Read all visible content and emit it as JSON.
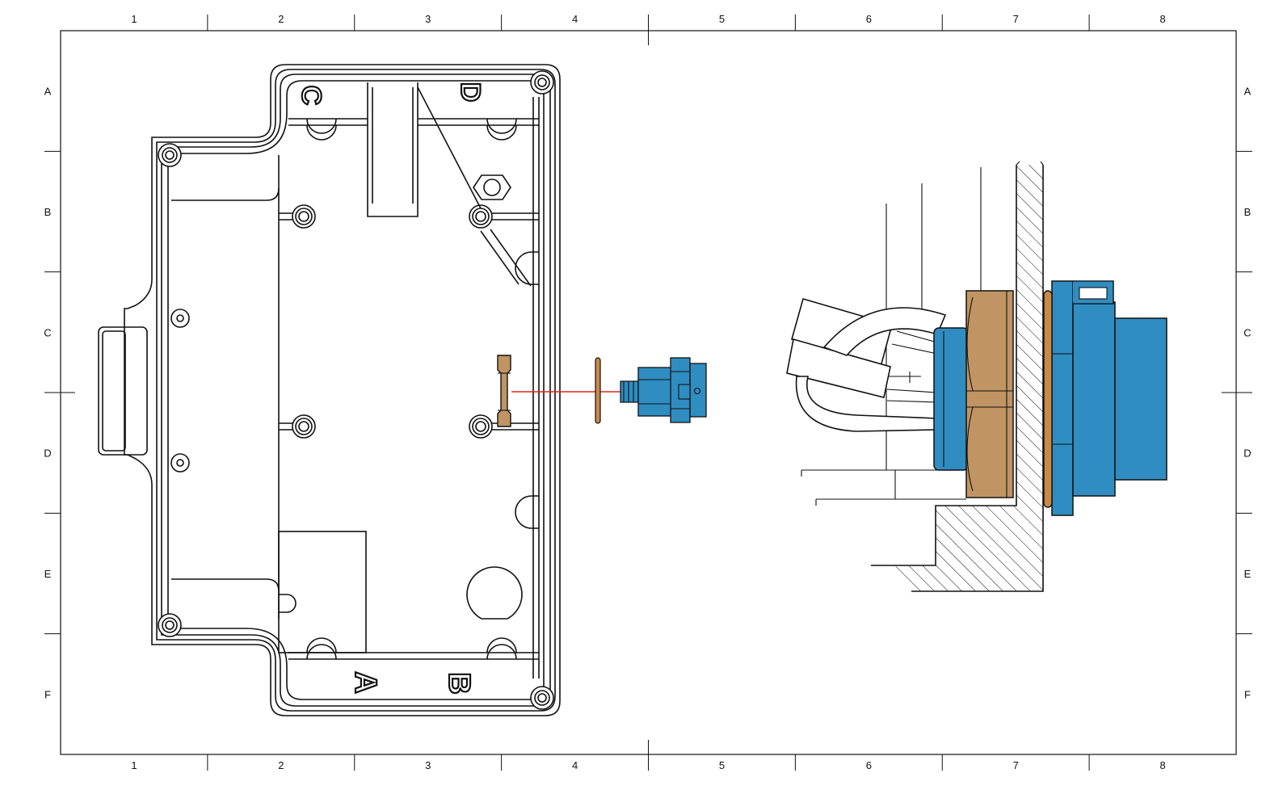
{
  "frame": {
    "columns": [
      "1",
      "2",
      "3",
      "4",
      "5",
      "6",
      "7",
      "8"
    ],
    "rows": [
      "A",
      "B",
      "C",
      "D",
      "E",
      "F"
    ]
  },
  "enclosure": {
    "corner_letters": [
      "C",
      "D",
      "A",
      "B"
    ]
  },
  "colors": {
    "connector_blue": "#2f8dc1",
    "nut_tan": "#c09463",
    "washer_brown": "#c88a46",
    "axis_red": "#e0231f",
    "line": "#111111"
  }
}
